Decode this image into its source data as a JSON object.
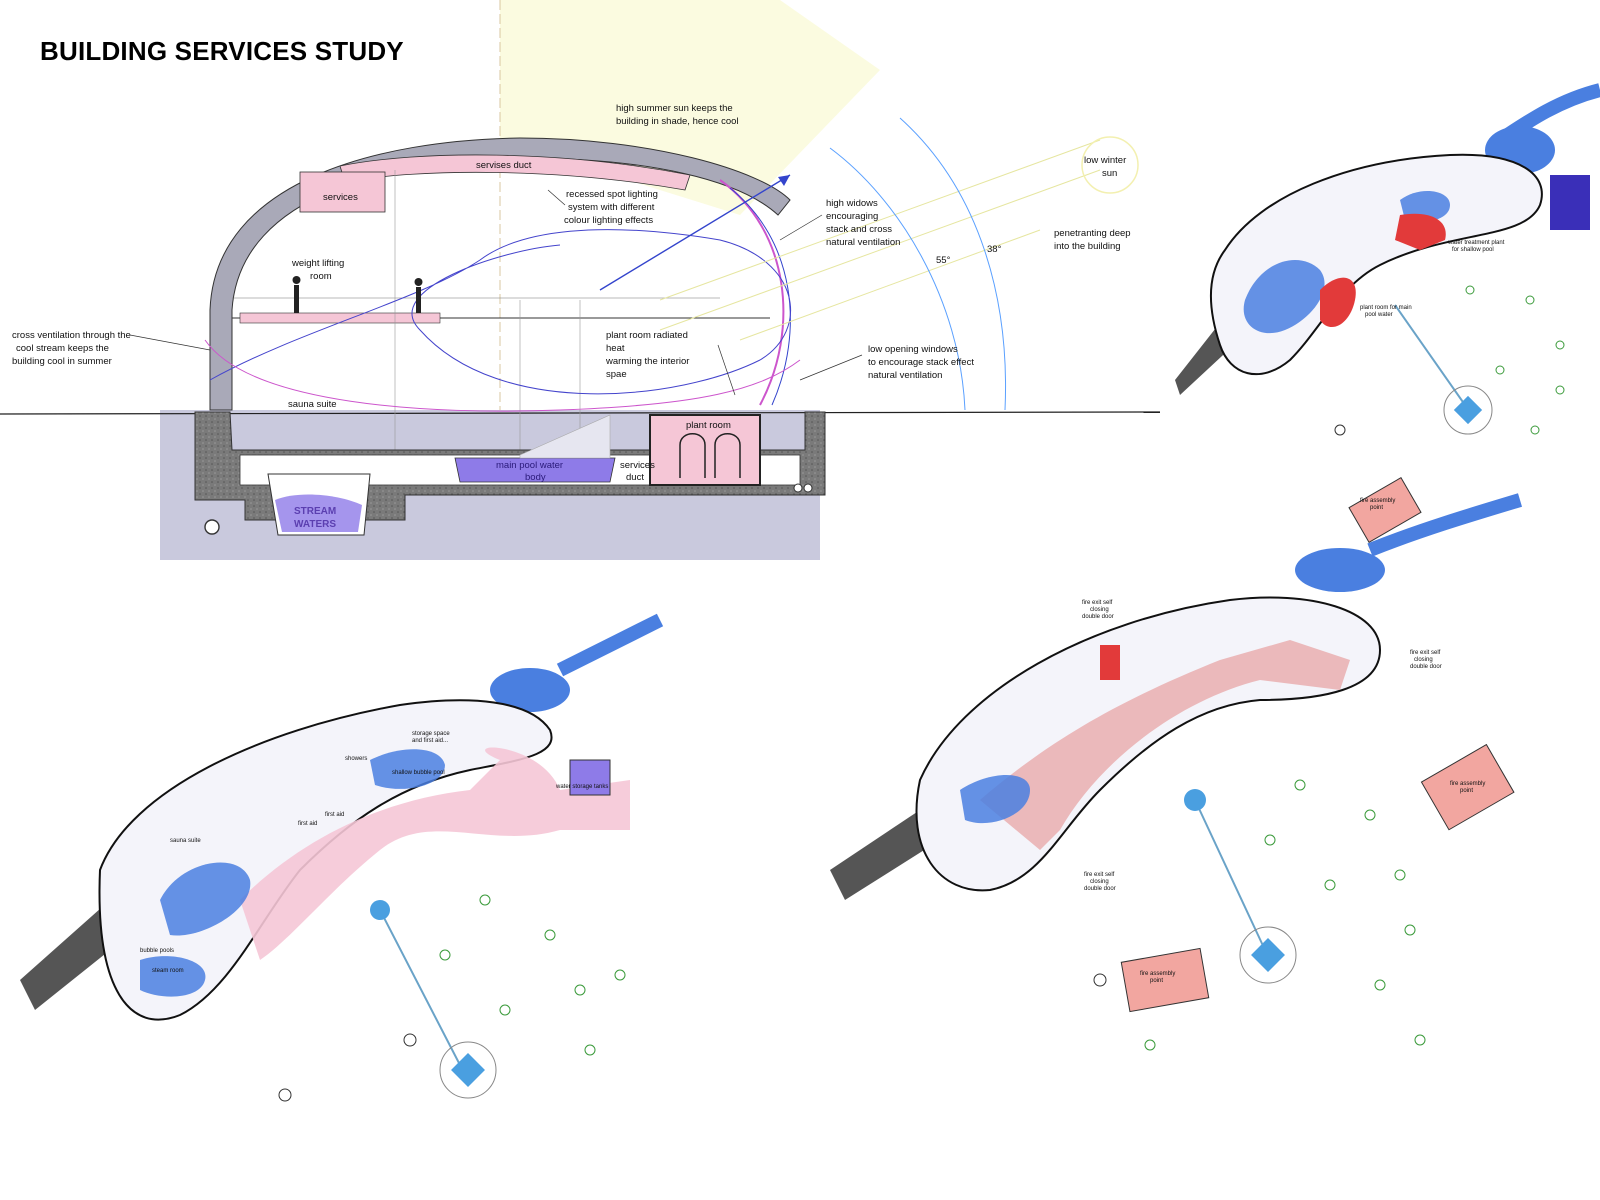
{
  "page": {
    "title": "BUILDING SERVICES STUDY"
  },
  "colors": {
    "sun_wedge": "#fbfbe0",
    "ground_grey": "#c9c9dd",
    "concrete_dark": "#6b6b6b",
    "pink_zone": "#f5c6d6",
    "red_zone": "#e23a3a",
    "water_blue": "#4a7fe0",
    "pool_purple": "#8e7be8",
    "magenta_line": "#cc55cc",
    "ray_blue": "#3344cc"
  },
  "section": {
    "labels": {
      "high_summer_sun": [
        "high summer sun keeps the",
        "building in shade, hence cool"
      ],
      "low_winter_sun": [
        "low winter",
        "sun"
      ],
      "penetrating": [
        "penetranting deep",
        "into the building"
      ],
      "services_duct_top": "servises duct",
      "services": "services",
      "recessed_lighting": [
        "recessed spot lighting",
        "system with different",
        "colour lighting effects"
      ],
      "high_windows": [
        "high widows",
        "encouraging",
        "stack and cross",
        "natural ventilation"
      ],
      "angle_55": "55°",
      "angle_38": "38°",
      "weight_lifting": [
        "weight lifting",
        "room"
      ],
      "cross_ventilation": [
        "cross ventilation through the",
        "cool stream keeps the",
        "building cool in summer"
      ],
      "plant_room_radiated": [
        "plant room radiated",
        "heat",
        "warming the interior",
        "spae"
      ],
      "low_opening_windows": [
        "low opening windows",
        "to encourage stack effect",
        "natural ventilation"
      ],
      "sauna_suite": "sauna suite",
      "plant_room": "plant room",
      "main_pool": [
        "main pool water",
        "body"
      ],
      "services_duct_bottom": [
        "services",
        "duct"
      ],
      "stream_waters": [
        "STREAM",
        "WATERS"
      ]
    }
  },
  "plan_top_right": {
    "labels": {
      "water_treatment": [
        "water treatment plant",
        "for shallow pool"
      ],
      "plant_room_main_pool": [
        "plant room for main",
        "pool water"
      ]
    }
  },
  "plan_bottom_left": {
    "labels": {
      "storage": [
        "storage space",
        "and first aid..."
      ],
      "shallow_pool": "shallow bubble pool",
      "water_tanks": "water storage tanks",
      "showers": "showers",
      "first_aid_1": "first aid",
      "first_aid_2": "first aid",
      "sauna_suite": "sauna suite",
      "bubble_pools": "bubble pools",
      "steam_room": "steam room"
    }
  },
  "plan_bottom_right": {
    "labels": {
      "fire_assembly_top": [
        "fire assembly",
        "point"
      ],
      "fire_exit_top": [
        "fire exit self",
        "closing",
        "double door"
      ],
      "fire_exit_right": [
        "fire exit self",
        "closing",
        "double door"
      ],
      "fire_assembly_right": [
        "fire assembly",
        "point"
      ],
      "fire_exit_bottom": [
        "fire exit self",
        "closing",
        "double door"
      ],
      "fire_assembly_bottom": [
        "fire assembly",
        "point"
      ]
    }
  }
}
